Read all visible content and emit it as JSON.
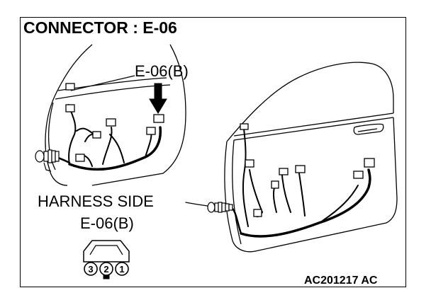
{
  "title": "CONNECTOR : E-06",
  "callout_label": "E-06(B)",
  "harness_side_label": "HARNESS SIDE",
  "harness_connector_label": "E-06(B)",
  "connector_pins": [
    "3",
    "2",
    "1"
  ],
  "figure_code": "AC201217 AC",
  "colors": {
    "line": "#000000",
    "background": "#ffffff"
  }
}
